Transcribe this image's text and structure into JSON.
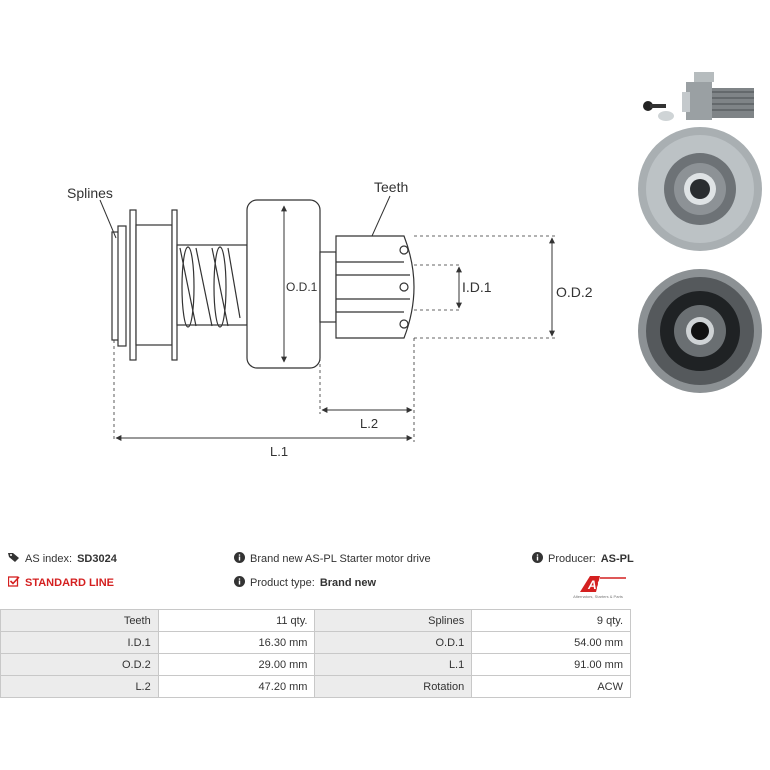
{
  "diagram": {
    "labels": {
      "splines": "Splines",
      "teeth": "Teeth",
      "od1": "O.D.1",
      "id1": "I.D.1",
      "od2": "O.D.2",
      "l2": "L.2",
      "l1": "L.1"
    }
  },
  "info": {
    "index_label": "AS index:",
    "index_value": "SD3024",
    "description": "Brand new AS-PL Starter motor drive",
    "producer_label": "Producer:",
    "producer_value": "AS-PL",
    "line_label": "STANDARD LINE",
    "product_type_label": "Product type:",
    "product_type_value": "Brand new",
    "logo_text": "AS",
    "logo_tagline": "Alternators, Starters & Parts"
  },
  "specs": [
    {
      "label1": "Teeth",
      "value1": "11 qty.",
      "label2": "Splines",
      "value2": "9 qty."
    },
    {
      "label1": "I.D.1",
      "value1": "16.30 mm",
      "label2": "O.D.1",
      "value2": "54.00 mm"
    },
    {
      "label1": "O.D.2",
      "value1": "29.00 mm",
      "label2": "L.1",
      "value2": "91.00 mm"
    },
    {
      "label1": "L.2",
      "value1": "47.20 mm",
      "label2": "Rotation",
      "value2": "ACW"
    }
  ],
  "colors": {
    "accent": "#d42020",
    "label_bg": "#ececec",
    "border": "#c8c8c8"
  },
  "icons": [
    "tag-icon",
    "info-icon",
    "checkbox-icon"
  ]
}
